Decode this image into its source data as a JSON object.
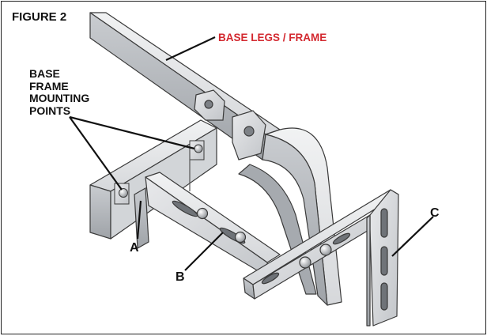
{
  "figure": {
    "title": "FIGURE 2",
    "callouts": {
      "base_legs_frame": "BASE LEGS / FRAME",
      "mounting_points": "BASE\nFRAME\nMOUNTING\nPOINTS",
      "a": "A",
      "b": "B",
      "c": "C"
    },
    "colors": {
      "frame_label": "#d3282f",
      "metal_light": "#e4e6e8",
      "metal_mid": "#c3c6ca",
      "metal_dark": "#8e9297",
      "outline": "#3a3a3a"
    }
  }
}
